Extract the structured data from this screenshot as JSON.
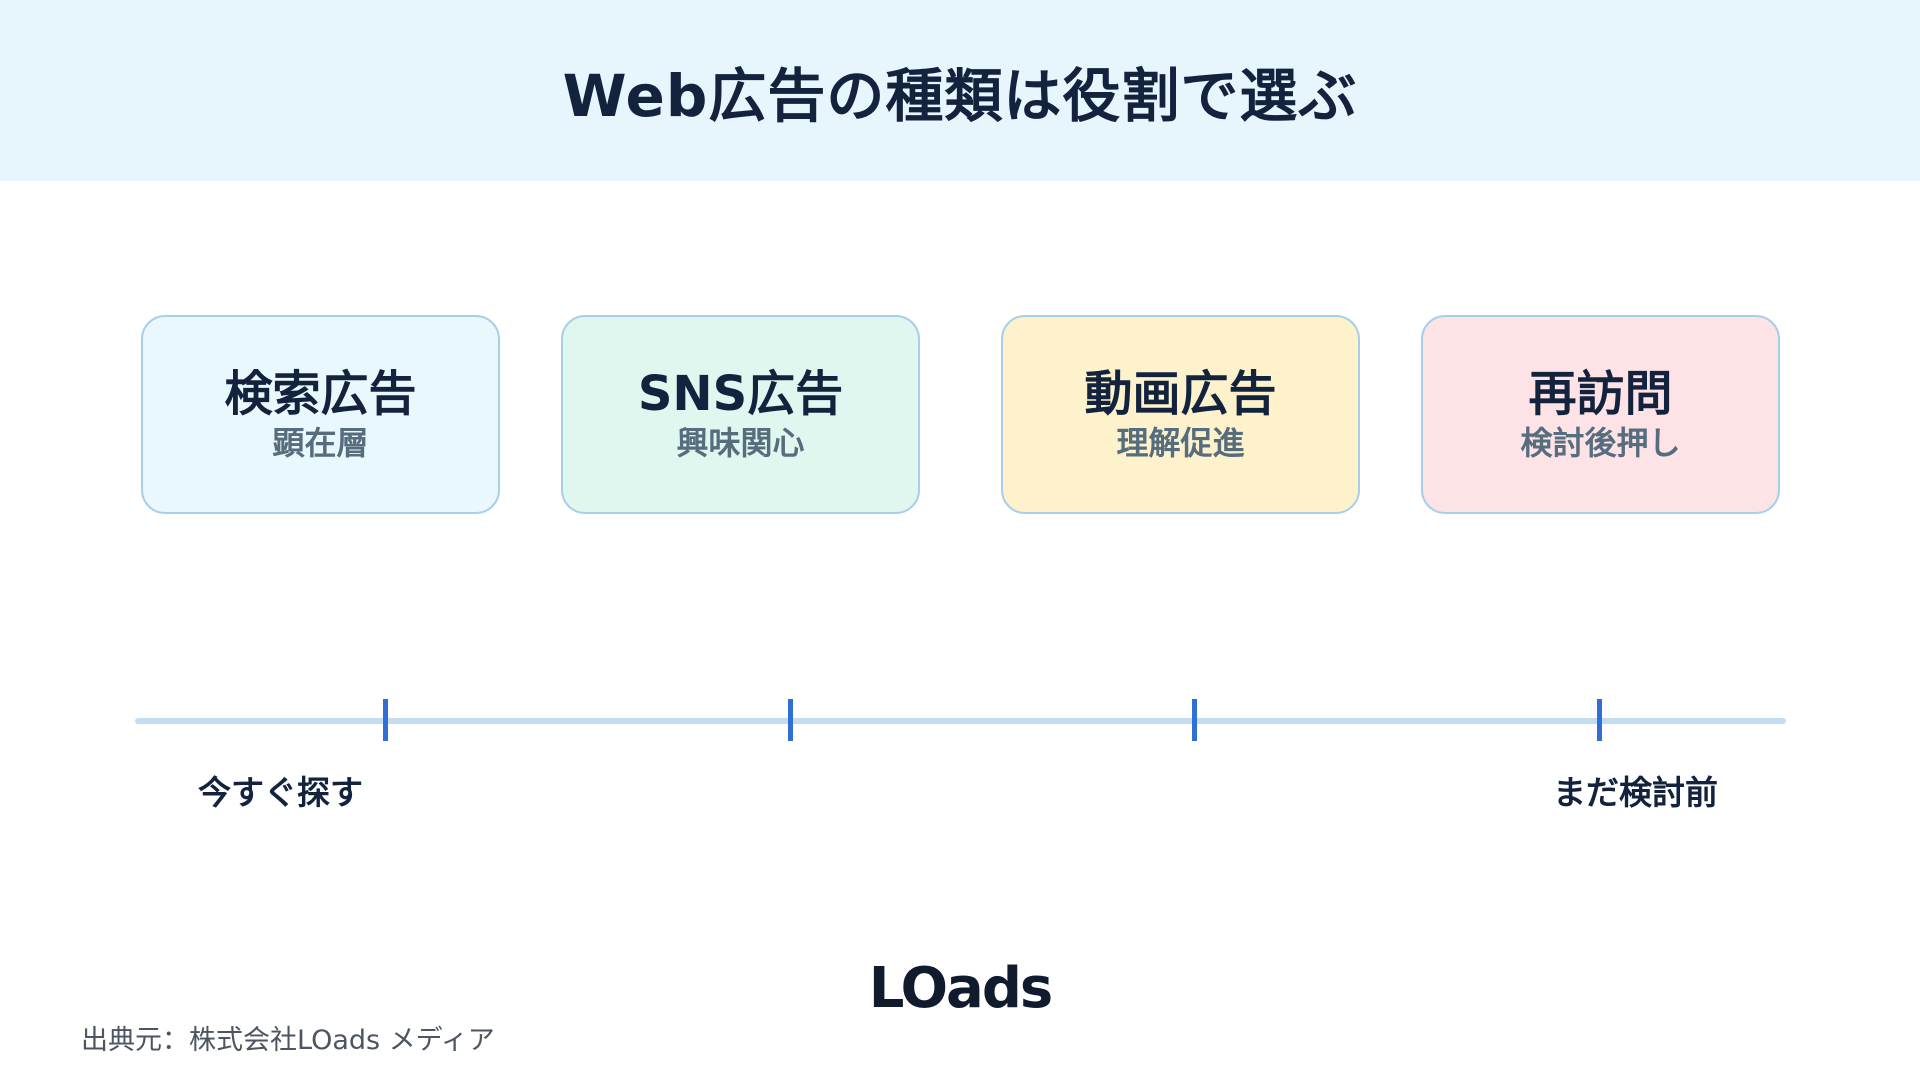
{
  "header": {
    "title": "Web広告の種類は役割で選ぶ"
  },
  "cards": [
    {
      "title": "検索広告",
      "subtitle": "顕在層",
      "background": "#e9f8fd"
    },
    {
      "title": "SNS広告",
      "subtitle": "興味関心",
      "background": "#e0f7ef"
    },
    {
      "title": "動画広告",
      "subtitle": "理解促進",
      "background": "#fef2cd"
    },
    {
      "title": "再訪問",
      "subtitle": "検討後押し",
      "background": "#fde2e6"
    }
  ],
  "axis": {
    "left_label": "今すぐ探す",
    "right_label": "まだ検討前"
  },
  "brand": {
    "logo": "LOads"
  },
  "footer": {
    "source": "出典元：株式会社LOads メディア"
  },
  "colors": {
    "header_bg": "#e7f5fd",
    "text": "#13233d",
    "card_border": "#a9cfe8",
    "axis_line": "#c3dcef",
    "tick": "#2f6fd6"
  }
}
